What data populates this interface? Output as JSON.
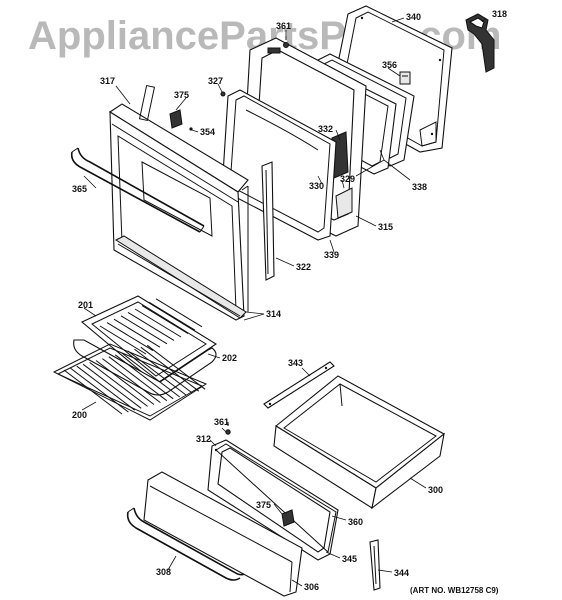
{
  "watermark": "AppliancePartsPros.com",
  "art_number": "(ART NO. WB12758 C9)",
  "callouts": [
    {
      "id": "318",
      "text": "318"
    },
    {
      "id": "340",
      "text": "340"
    },
    {
      "id": "361a",
      "text": "361"
    },
    {
      "id": "356",
      "text": "356"
    },
    {
      "id": "317",
      "text": "317"
    },
    {
      "id": "327",
      "text": "327"
    },
    {
      "id": "375a",
      "text": "375"
    },
    {
      "id": "354",
      "text": "354"
    },
    {
      "id": "332",
      "text": "332"
    },
    {
      "id": "365",
      "text": "365"
    },
    {
      "id": "330",
      "text": "330"
    },
    {
      "id": "329",
      "text": "329"
    },
    {
      "id": "338",
      "text": "338"
    },
    {
      "id": "315",
      "text": "315"
    },
    {
      "id": "339",
      "text": "339"
    },
    {
      "id": "322",
      "text": "322"
    },
    {
      "id": "314",
      "text": "314"
    },
    {
      "id": "201",
      "text": "201"
    },
    {
      "id": "202",
      "text": "202"
    },
    {
      "id": "343",
      "text": "343"
    },
    {
      "id": "200",
      "text": "200"
    },
    {
      "id": "361b",
      "text": "361"
    },
    {
      "id": "312",
      "text": "312"
    },
    {
      "id": "300",
      "text": "300"
    },
    {
      "id": "375b",
      "text": "375"
    },
    {
      "id": "360",
      "text": "360"
    },
    {
      "id": "345",
      "text": "345"
    },
    {
      "id": "308",
      "text": "308"
    },
    {
      "id": "344",
      "text": "344"
    },
    {
      "id": "306",
      "text": "306"
    }
  ]
}
